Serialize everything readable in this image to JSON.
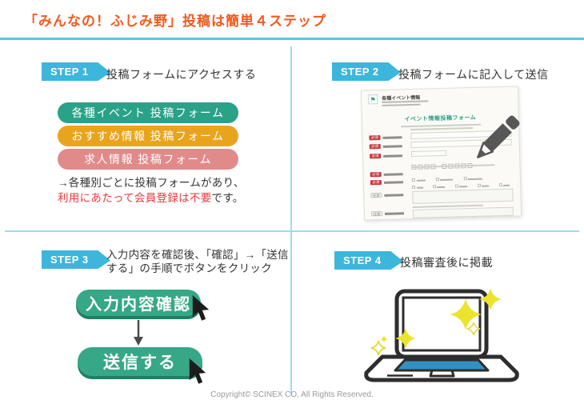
{
  "page": {
    "title": "「みんなの！ふじみ野」投稿は簡単４ステップ",
    "copyright": "Copyright© SCINEX CO, All Rights Reserved."
  },
  "colors": {
    "accent_blue": "#3db6dc",
    "divider_blue": "#9bdcf0",
    "title_orange": "#f2591d",
    "note_red": "#e8383d",
    "button_green": "#36a787",
    "button_green_shadow": "#1d8066",
    "laptop_keyboard_blue": "#3290c3",
    "sparkle_yellow": "#ece32f",
    "form_required_red": "#c7393b",
    "form_title_green": "#2aa287"
  },
  "steps": [
    {
      "badge": "STEP 1",
      "heading": "投稿フォームにアクセスする"
    },
    {
      "badge": "STEP 2",
      "heading": "投稿フォームに記入して送信"
    },
    {
      "badge": "STEP 3",
      "heading_line1": "入力内容を確認後、「確認」→「送信",
      "heading_line2": "する」の手順でボタンをクリック"
    },
    {
      "badge": "STEP 4",
      "heading": "投稿審査後に掲載"
    }
  ],
  "step1": {
    "form_links": [
      {
        "label": "各種イベント 投稿フォーム",
        "color": "#2aa287"
      },
      {
        "label": "おすすめ情報 投稿フォーム",
        "color": "#e9a41e"
      },
      {
        "label": "求人情報 投稿フォーム",
        "color": "#e18a8a"
      }
    ],
    "note": {
      "line1": "→各種別ごとに投稿フォームがあり、",
      "line2_red": "利用にあたって会員登録は不要",
      "line2_suffix": "です。"
    }
  },
  "step2": {
    "form": {
      "header_title": "各種イベント情報",
      "form_title": "イベント情報投稿フォーム",
      "required_badge": "必須",
      "optional_badge": "任意"
    }
  },
  "step3": {
    "confirm_button": "入力内容確認",
    "send_button": "送信する"
  },
  "icons": {
    "pencil": "pencil-icon",
    "cursor": "cursor-arrow-icon",
    "down_arrow": "down-arrow-icon",
    "laptop": "laptop-icon",
    "sparkle": "sparkle-icon",
    "flag": "flag-icon"
  }
}
